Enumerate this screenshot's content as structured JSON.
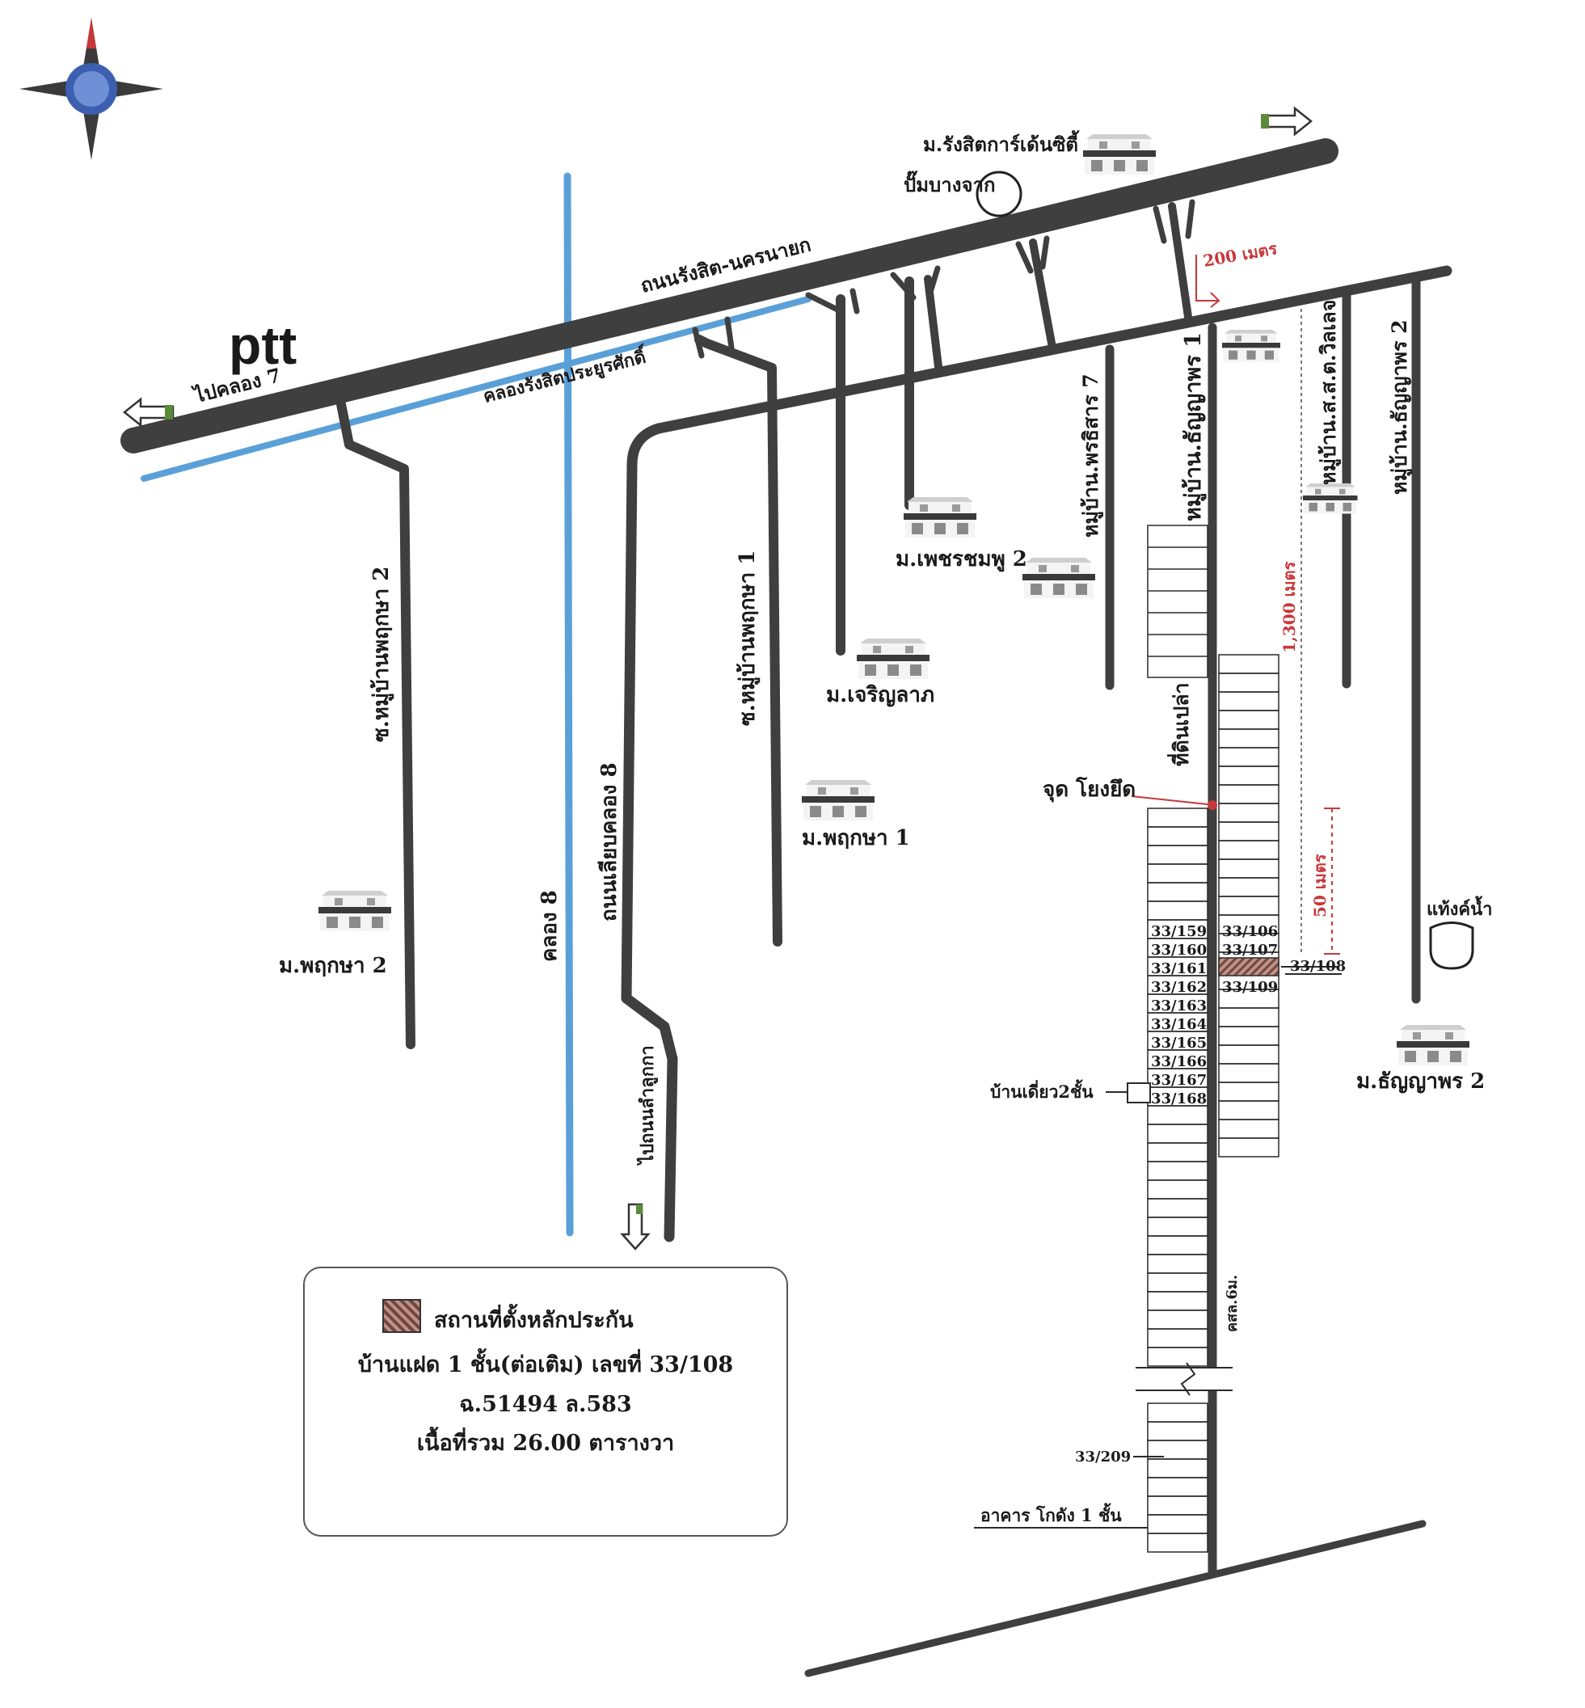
{
  "compass": {
    "icon": "compass-rose-icon",
    "north_color": "#c8373a"
  },
  "logo": {
    "text": "ptt",
    "color": "#4d7cc9"
  },
  "arrows": {
    "color": "#5a8a3a"
  },
  "roads": {
    "main_road": "ถนนรังสิต-นครนายก",
    "to_khlong7": "ไปคลอง 7",
    "canal_rangsit": "คลองรังสิตประยูรศักดิ์",
    "khlong8": "คลอง 8",
    "road_along_khlong8": "ถนนเลียบคลอง 8",
    "to_lamlukka": "ไปถนนลำลูกกา",
    "soi_pruksa2": "ซ.หมู่บ้านพฤกษา 2",
    "soi_pruksa1": "ซ.หมู่บ้านพฤกษา 1",
    "moo_pornthawi7": "หมู่บ้าน.พรธิสาร 7",
    "moo_thanyaporn1": "หมู่บ้าน.ธัญญาพร 1",
    "moo_sst": "หมู่บ้าน.ส.ส.ต.วิลเลจ",
    "moo_thanyaporn2": "หมู่บ้าน.ธัญญาพร 2",
    "kor_sor_6": "คสล.6ม."
  },
  "places": {
    "rangsit_center": "ม.รังสิตการ์เด้นซิตี้",
    "pump_bangchak": "ปั๊มบางจาก",
    "petch_chompoo2": "ม.เพชรชมพู 2",
    "charoen_lap": "ม.เจริญลาภ",
    "pruksa1": "ม.พฤกษา 1",
    "pruksa2": "ม.พฤกษา 2",
    "thanyaporn2": "ม.ธัญญาพร 2",
    "water_tank": "แท้งค์น้ำ",
    "vacant_land": "ที่ดินเปล่า",
    "ref_point": "จุด โยงยึด",
    "townhouse_2fl": "บ้านเดี่ยว2ชั้น",
    "warehouse_1fl": "อาคาร โกดัง 1 ชั้น"
  },
  "distances": {
    "d200": "200 เมตร",
    "d1300": "1,300 เมตร",
    "d50": "50 เมตร"
  },
  "lots": {
    "left_labels": [
      "33/159",
      "33/160",
      "33/161",
      "33/162",
      "33/163",
      "33/164",
      "33/165",
      "33/166",
      "33/167",
      "33/168"
    ],
    "right_labels": [
      "33/106",
      "33/107",
      "",
      "33/109"
    ],
    "subject": "33/108",
    "bottom": "33/209"
  },
  "legend": {
    "title": "สถานที่ตั้งหลักประกัน",
    "line1": "บ้านแฝด 1 ชั้น(ต่อเติม) เลขที่ 33/108",
    "line2": "ฉ.51494 ล.583",
    "line3": "เนื้อที่รวม 26.00 ตารางวา",
    "swatch_color": "#8b5a52"
  }
}
